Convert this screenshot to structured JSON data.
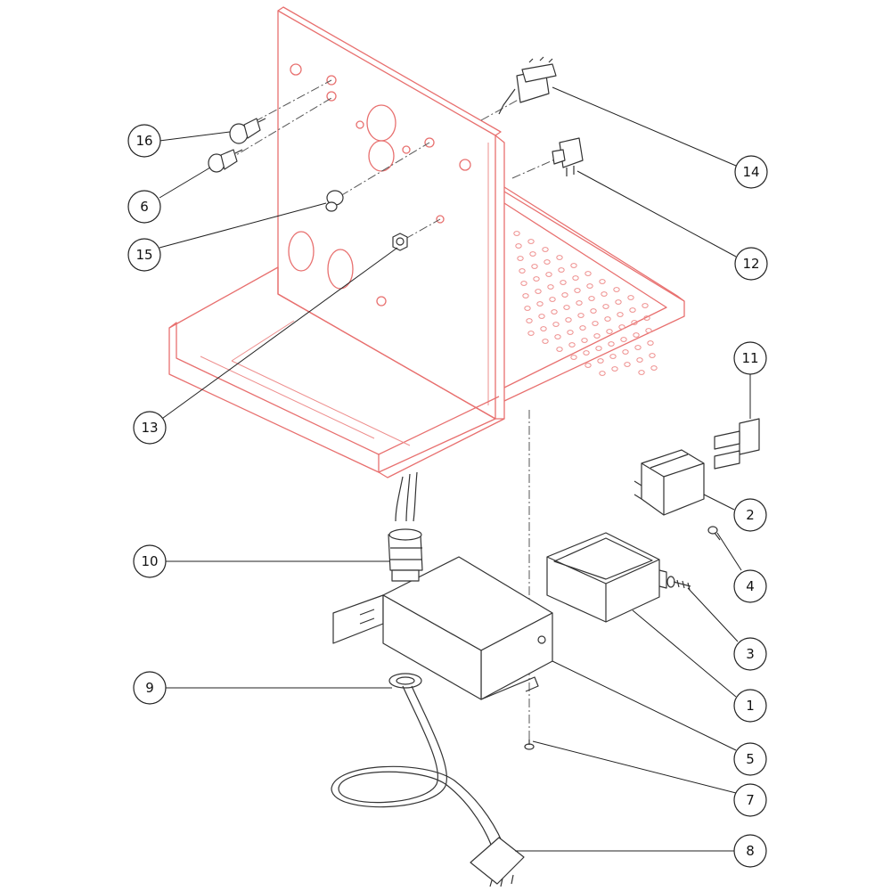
{
  "callouts": [
    {
      "label": "16"
    },
    {
      "label": "6"
    },
    {
      "label": "15"
    },
    {
      "label": "13"
    },
    {
      "label": "10"
    },
    {
      "label": "9"
    },
    {
      "label": "14"
    },
    {
      "label": "12"
    },
    {
      "label": "11"
    },
    {
      "label": "2"
    },
    {
      "label": "4"
    },
    {
      "label": "3"
    },
    {
      "label": "1"
    },
    {
      "label": "5"
    },
    {
      "label": "7"
    },
    {
      "label": "8"
    }
  ],
  "colors": {
    "reference_line": "#e8706f",
    "part_line": "#333333",
    "leader_line": "#222222"
  }
}
